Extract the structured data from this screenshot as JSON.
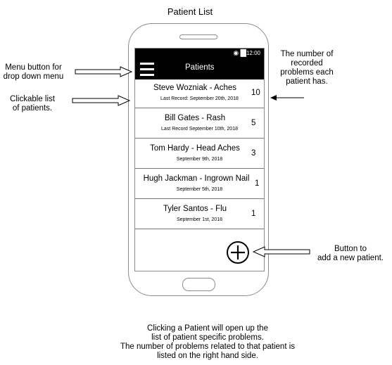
{
  "page_title": "Patient List",
  "annotations": {
    "menu": "Menu button for\ndrop down menu",
    "list": "Clickable list\nof patients.",
    "count": "The number of\nrecorded\nproblems each\npatient has.",
    "add": "Button to\nadd a new patient.",
    "footer": "Clicking a Patient will open up the\nlist of patient specific problems.\nThe number of problems related to that patient is\nlisted on the right hand side."
  },
  "phone": {
    "status": {
      "icons": "◉▐█",
      "time": "12:00"
    },
    "header": {
      "title": "Patients",
      "menu_icon": "hamburger-menu-icon"
    },
    "patients": [
      {
        "name": "Steve Wozniak - Aches",
        "last_record": "Last Record: September 20th, 2018",
        "count": "10"
      },
      {
        "name": "Bill Gates - Rash",
        "last_record": "Last Record September 10th, 2018",
        "count": "5"
      },
      {
        "name": "Tom Hardy - Head Aches",
        "last_record": "September 9th, 2018",
        "count": "3"
      },
      {
        "name": "Hugh Jackman - Ingrown Nail",
        "last_record": "September 5th, 2018",
        "count": "1"
      },
      {
        "name": "Tyler Santos - Flu",
        "last_record": "September 1st, 2018",
        "count": "1"
      }
    ],
    "add_button_icon": "plus-circle-icon"
  }
}
